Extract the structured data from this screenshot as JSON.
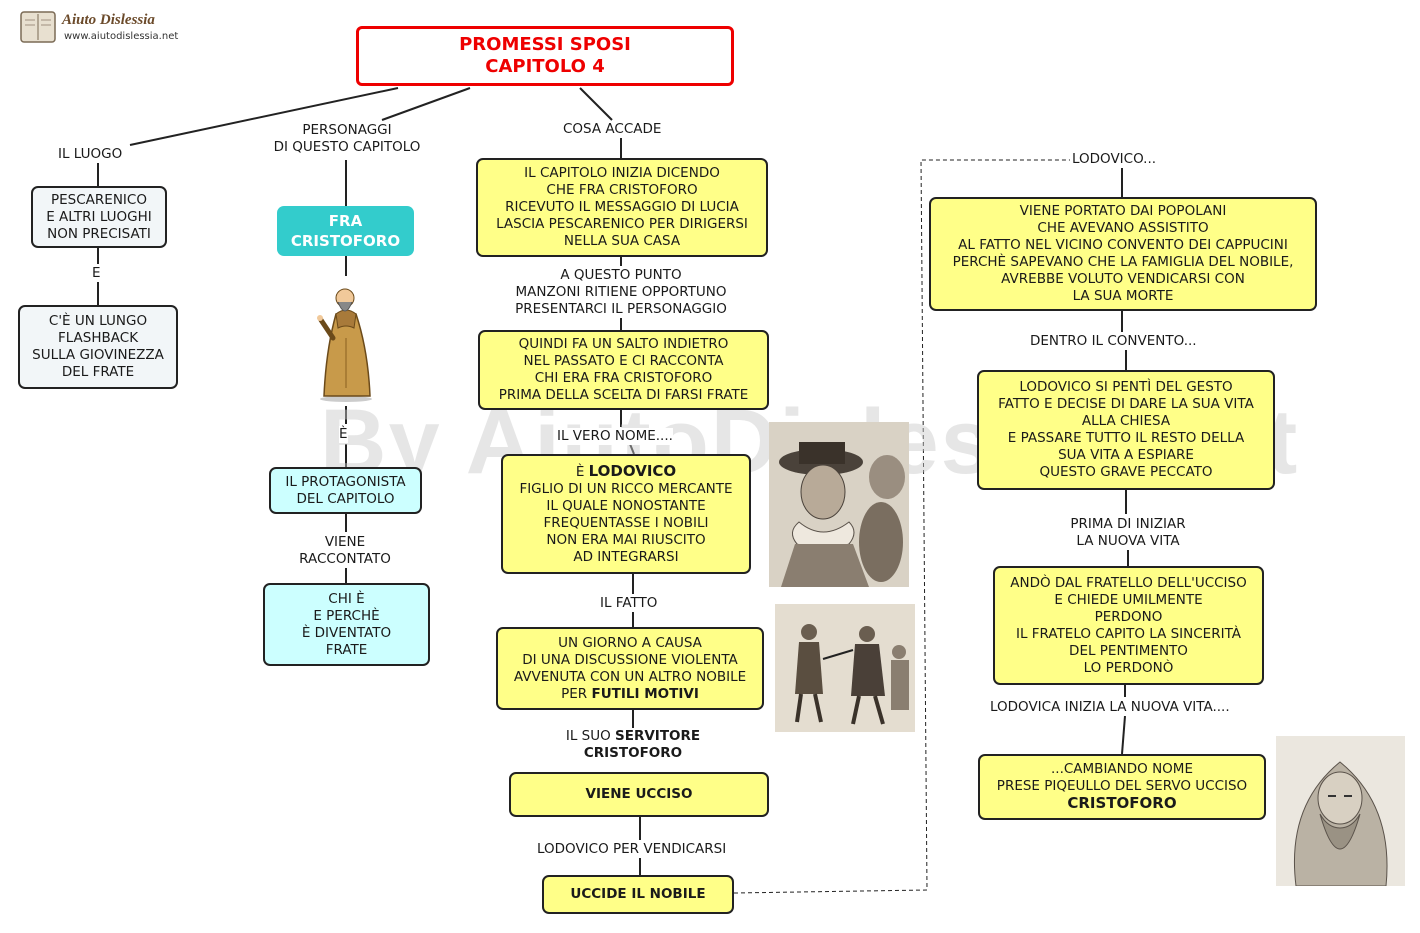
{
  "logo": {
    "title": "Aiuto Dislessia",
    "url": "www.aiutodislessia.net"
  },
  "watermark": "By AiutoDislessia.net",
  "title": [
    "PROMESSI SPOSI",
    "CAPITOLO 4"
  ],
  "branches": {
    "luogo": "IL LUOGO",
    "personaggi": [
      "PERSONAGGI",
      "DI QUESTO CAPITOLO"
    ],
    "cosa": "COSA  ACCADE"
  },
  "left": {
    "box1": [
      "PESCARENICO",
      "E ALTRI LUOGHI",
      "NON PRECISATI"
    ],
    "link1": "E",
    "box2": [
      "C'È UN LUNGO",
      "FLASHBACK",
      "SULLA GIOVINEZZA",
      "DEL FRATE"
    ]
  },
  "middle": {
    "name": [
      "FRA",
      "CRISTOFORO"
    ],
    "link1": "È",
    "box1": [
      "IL PROTAGONISTA",
      "DEL CAPITOLO"
    ],
    "link2": [
      "VIENE",
      "RACCONTATO"
    ],
    "box2": [
      "CHI È",
      "E PERCHÈ",
      "È DIVENTATO",
      "FRATE"
    ]
  },
  "center": {
    "box1": [
      "IL CAPITOLO INIZIA DICENDO",
      "CHE FRA CRISTOFORO",
      "RICEVUTO IL MESSAGGIO DI LUCIA",
      "LASCIA PESCARENICO PER DIRIGERSI",
      "NELLA SUA CASA"
    ],
    "link1": [
      "A QUESTO PUNTO",
      "MANZONI RITIENE OPPORTUNO",
      "PRESENTARCI IL PERSONAGGIO"
    ],
    "box2": [
      "QUINDI FA UN SALTO INDIETRO",
      "NEL PASSATO E CI RACCONTA",
      "CHI ERA FRA CRISTOFORO",
      "PRIMA DELLA SCELTA DI FARSI FRATE"
    ],
    "link2": "IL VERO NOME....",
    "box3_prefix": "È ",
    "box3_bold": "LODOVICO",
    "box3": [
      "FIGLIO DI UN RICCO MERCANTE",
      "IL QUALE NONOSTANTE",
      "FREQUENTASSE I NOBILI",
      "NON ERA MAI RIUSCITO",
      "AD INTEGRARSI"
    ],
    "link3": "IL FATTO",
    "box4": [
      "UN GIORNO A CAUSA",
      "DI UNA DISCUSSIONE VIOLENTA",
      "AVVENUTA CON UN ALTRO NOBILE"
    ],
    "box4_last_prefix": "PER ",
    "box4_last_bold": "FUTILI MOTIVI",
    "link4_prefix": "IL SUO ",
    "link4_bold1": "SERVITORE",
    "link4_bold2": "CRISTOFORO",
    "box5": "VIENE UCCISO",
    "link5": "LODOVICO PER VENDICARSI",
    "box6": "UCCIDE IL NOBILE"
  },
  "right": {
    "link0": "LODOVICO...",
    "box1": [
      "VIENE PORTATO DAI POPOLANI",
      "CHE AVEVANO ASSISTITO",
      "AL FATTO NEL VICINO CONVENTO DEI CAPPUCINI",
      "PERCHÈ SAPEVANO CHE LA FAMIGLIA DEL NOBILE,",
      "AVREBBE VOLUTO VENDICARSI CON",
      "LA SUA MORTE"
    ],
    "link1": "DENTRO IL CONVENTO...",
    "box2": [
      "LODOVICO SI PENTÌ DEL GESTO",
      "FATTO E DECISE DI DARE LA SUA VITA",
      "ALLA CHIESA",
      "E PASSARE TUTTO IL RESTO DELLA",
      "SUA VITA A ESPIARE",
      "QUESTO GRAVE PECCATO"
    ],
    "link2": [
      "PRIMA DI INIZIAR",
      "LA NUOVA VITA"
    ],
    "box3": [
      "ANDÒ DAL FRATELLO DELL'UCCISO",
      "E CHIEDE UMILMENTE",
      "PERDONO",
      "IL FRATELO CAPITO LA SINCERITÀ",
      "DEL PENTIMENTO",
      "LO PERDONÒ"
    ],
    "link3": "LODOVICA INIZIA LA NUOVA VITA....",
    "box4": [
      "...CAMBIANDO NOME",
      "PRESE PIQEULLO DEL SERVO UCCISO"
    ],
    "box4_bold": "CRISTOFORO"
  }
}
